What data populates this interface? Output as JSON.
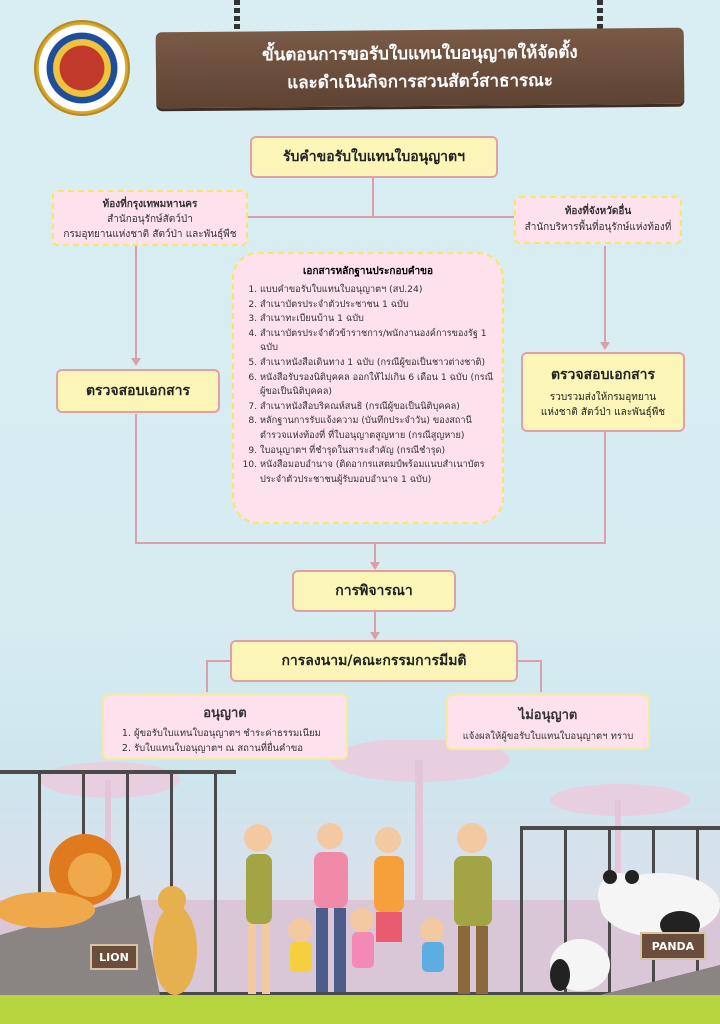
{
  "header": {
    "title_line1": "ขั้นตอนการขอรับใบแทนใบอนุญาตให้จัดตั้ง",
    "title_line2": "และดำเนินกิจการสวนสัตว์สาธารณะ"
  },
  "flow": {
    "start": "รับคำขอรับใบแทนใบอนุญาตฯ",
    "bangkok": {
      "title": "ท้องที่กรุงเทพมหานคร",
      "line1": "สำนักอนุรักษ์สัตว์ป่า",
      "line2": "กรมอุทยานแห่งชาติ สัตว์ป่า และพันธุ์พืช"
    },
    "province": {
      "title": "ท้องที่จังหวัดอื่น",
      "line1": "สำนักบริหารพื้นที่อนุรักษ์แห่งท้องที่"
    },
    "check_left": "ตรวจสอบเอกสาร",
    "check_right": {
      "title": "ตรวจสอบเอกสาร",
      "line1": "รวบรวมส่งให้กรมอุทยาน",
      "line2": "แห่งชาติ สัตว์ป่า และพันธุ์พืช"
    },
    "documents": {
      "title": "เอกสารหลักฐานประกอบคำขอ",
      "items": [
        "แบบคำขอรับใบแทนใบอนุญาตฯ (สป.24)",
        "สำเนาบัตรประจำตัวประชาชน 1 ฉบับ",
        "สำเนาทะเบียนบ้าน 1 ฉบับ",
        "สำเนาบัตรประจำตัวข้าราชการ/พนักงานองค์การของรัฐ 1 ฉบับ",
        "สำเนาหนังสือเดินทาง 1 ฉบับ (กรณีผู้ขอเป็นชาวต่างชาติ)",
        "หนังสือรับรองนิติบุคคล ออกให้ไม่เกิน 6 เดือน 1 ฉบับ (กรณีผู้ขอเป็นนิติบุคคล)",
        "สำเนาหนังสือบริคณห์สนธิ (กรณีผู้ขอเป็นนิติบุคคล)",
        "หลักฐานการรับแจ้งความ (บันทึกประจำวัน) ของสถานีตำรวจแห่งท้องที่ ที่ใบอนุญาตสูญหาย (กรณีสูญหาย)",
        "ใบอนุญาตฯ ที่ชำรุดในสาระสำคัญ (กรณีชำรุด)",
        "หนังสือมอบอำนาจ (ติดอากรแสตมป์พร้อมแนบสำเนาบัตรประจำตัวประชาชนผู้รับมอบอำนาจ 1 ฉบับ)"
      ]
    },
    "consider": "การพิจารณา",
    "sign": "การลงนาม/คณะกรรมการมีมติ",
    "approve": {
      "title": "อนุญาต",
      "items": [
        "ผู้ขอรับใบแทนใบอนุญาตฯ ชำระค่าธรรมเนียม",
        "รับใบแทนใบอนุญาตฯ ณ สถานที่ยื่นคำขอ"
      ]
    },
    "reject": {
      "title": "ไม่อนุญาต",
      "line1": "แจ้งผลให้ผู้ขอรับใบแทนใบอนุญาตฯ ทราบ"
    }
  },
  "scene": {
    "lion_sign": "LION",
    "panda_sign": "PANDA"
  },
  "colors": {
    "box_fill": "#fbf5b8",
    "pink_fill": "#fde1ec",
    "sign_wood": "#6b4d3c",
    "connector": "#d9a0a8"
  }
}
